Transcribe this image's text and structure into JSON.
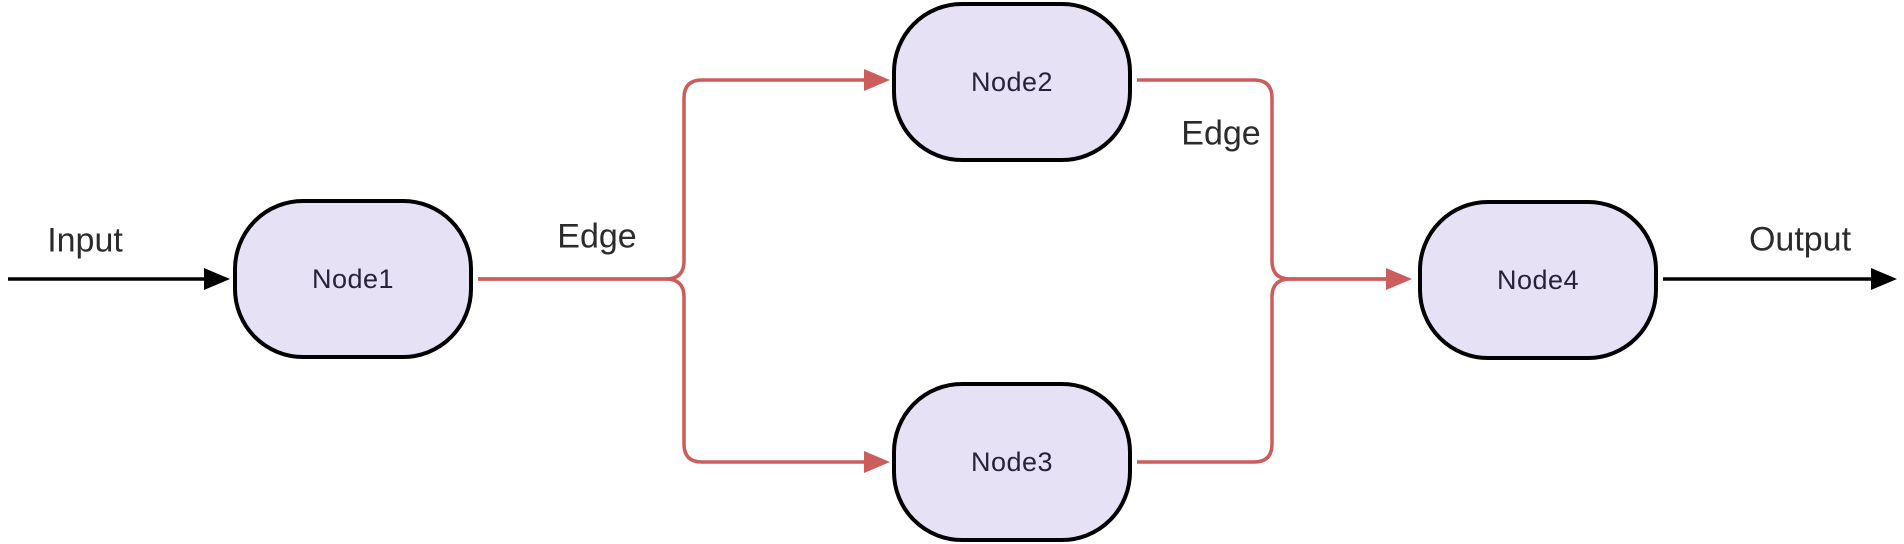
{
  "diagram": {
    "type": "flowchart",
    "colors": {
      "background": "#ffffff",
      "node_fill": "#e7e1f6",
      "node_border": "#000000",
      "node_text": "#262238",
      "edge": "#cd5c5c",
      "io_arrow": "#000000",
      "label_text": "#2b2b2b"
    },
    "nodes": [
      {
        "id": "node1",
        "label": "Node1"
      },
      {
        "id": "node2",
        "label": "Node2"
      },
      {
        "id": "node3",
        "label": "Node3"
      },
      {
        "id": "node4",
        "label": "Node4"
      }
    ],
    "edges": [
      {
        "from": "input",
        "to": "node1",
        "label": ""
      },
      {
        "from": "node1",
        "to": "node2",
        "label": "Edge"
      },
      {
        "from": "node1",
        "to": "node3",
        "label": ""
      },
      {
        "from": "node2",
        "to": "node4",
        "label": "Edge"
      },
      {
        "from": "node3",
        "to": "node4",
        "label": ""
      },
      {
        "from": "node4",
        "to": "output",
        "label": ""
      }
    ],
    "labels": {
      "input": "Input",
      "output": "Output",
      "edge_split": "Edge",
      "edge_merge": "Edge"
    }
  }
}
